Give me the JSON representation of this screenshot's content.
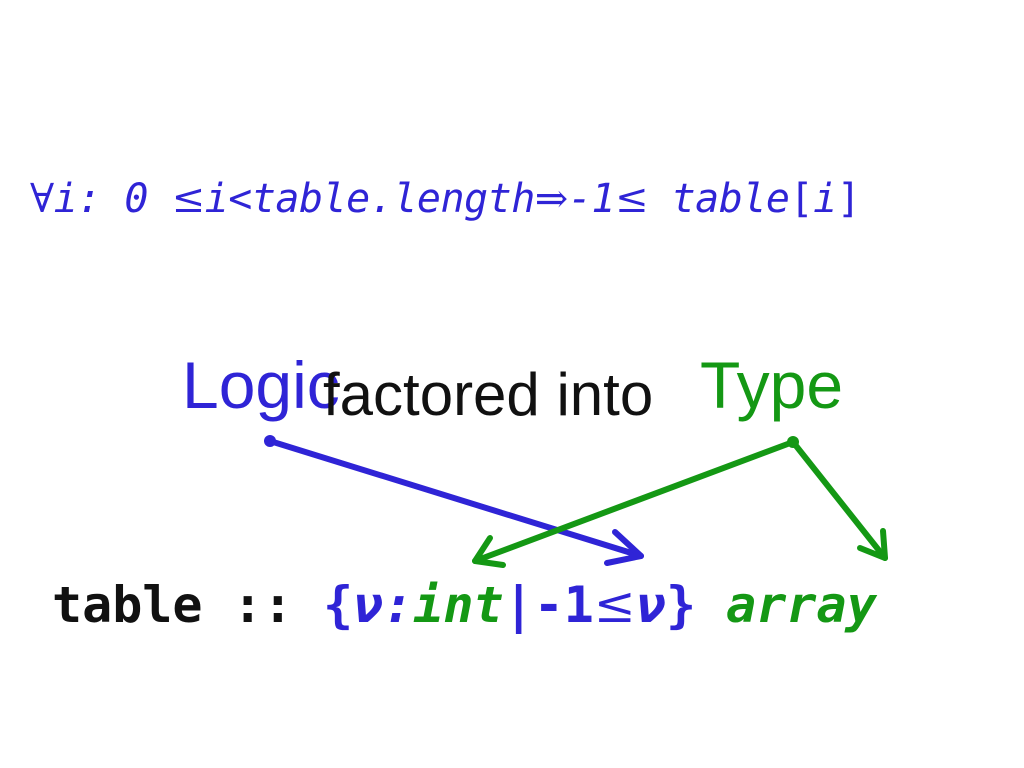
{
  "colors": {
    "logic": "#2f24d6",
    "type": "#149814",
    "text": "#111111"
  },
  "formula": {
    "forall": "∀",
    "var": "i",
    "colon": ":",
    "zero": "0",
    "le": "≤",
    "i2": "i",
    "lt": "<",
    "bound": "table.length",
    "implies": "⇒",
    "minus_one": "-1",
    "le2": "≤",
    "arr": "table",
    "lbr": "[",
    "i3": "i",
    "rbr": "]"
  },
  "labels": {
    "logic": "Logic",
    "factored": "factored into",
    "type": "Type"
  },
  "declaration": {
    "name": "table",
    "dcolon": "::",
    "lbrace": "{",
    "nu": "ν",
    "colon": ":",
    "base": "int",
    "bar": "|",
    "minus_one": "-1",
    "le": "≤",
    "nu2": "ν",
    "rbrace": "}",
    "ctor": "array"
  }
}
